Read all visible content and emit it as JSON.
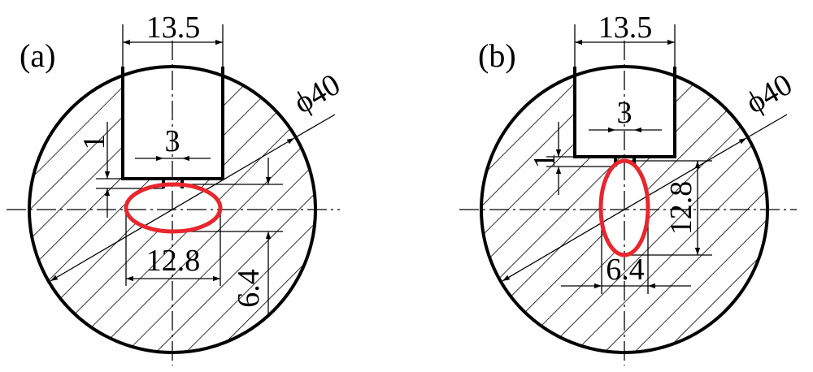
{
  "panels": [
    {
      "label": "(a)",
      "dims": {
        "slot_width": "13.5",
        "slot_gap": "3",
        "slot_clearance": "1",
        "diameter": "ϕ40",
        "ellipse_major": "12.8",
        "ellipse_minor": "6.4"
      }
    },
    {
      "label": "(b)",
      "dims": {
        "slot_width": "13.5",
        "slot_gap": "3",
        "slot_clearance": "1",
        "diameter": "ϕ40",
        "ellipse_major": "12.8",
        "ellipse_minor": "6.4"
      }
    }
  ],
  "colors": {
    "ellipse": "#e8262d",
    "line": "#000000"
  }
}
